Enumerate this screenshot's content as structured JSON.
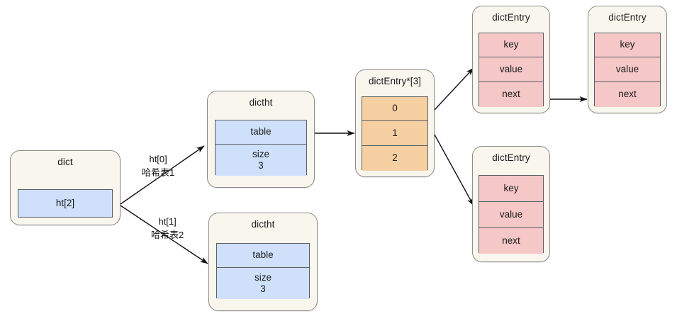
{
  "diagram": {
    "title": "redis dict / dictht / dictEntry structure diagram",
    "colors": {
      "box_fill": "#F8F6ED",
      "box_border": "#8C8C8C",
      "blue_field": "#CEE0FA",
      "orange_field": "#F6CFA2",
      "pink_field": "#F5C7C7",
      "field_border": "#5A5F66",
      "arrow": "#111111",
      "background": "#FFFFFF"
    }
  },
  "nodes": {
    "dict": {
      "title": "dict",
      "fields": [
        {
          "label": "ht[2]",
          "color": "blue"
        }
      ]
    },
    "dictht_top": {
      "title": "dictht",
      "fields": [
        {
          "label": "table",
          "value": "",
          "color": "blue"
        },
        {
          "label": "size",
          "value": "3",
          "color": "blue"
        }
      ]
    },
    "dictht_bottom": {
      "title": "dictht",
      "fields": [
        {
          "label": "table",
          "value": "",
          "color": "blue"
        },
        {
          "label": "size",
          "value": "3",
          "color": "blue"
        }
      ]
    },
    "bucket_array": {
      "title": "dictEntry*[3]",
      "fields": [
        {
          "label": "0",
          "color": "orange"
        },
        {
          "label": "1",
          "color": "orange"
        },
        {
          "label": "2",
          "color": "orange"
        }
      ]
    },
    "entry_1": {
      "title": "dictEntry",
      "fields": [
        {
          "label": "key",
          "color": "pink"
        },
        {
          "label": "value",
          "color": "pink"
        },
        {
          "label": "next",
          "color": "pink"
        }
      ]
    },
    "entry_2": {
      "title": "dictEntry",
      "fields": [
        {
          "label": "key",
          "color": "pink"
        },
        {
          "label": "value",
          "color": "pink"
        },
        {
          "label": "next",
          "color": "pink"
        }
      ]
    },
    "entry_3": {
      "title": "dictEntry",
      "fields": [
        {
          "label": "key",
          "color": "pink"
        },
        {
          "label": "value",
          "color": "pink"
        },
        {
          "label": "next",
          "color": "pink"
        }
      ]
    }
  },
  "edge_labels": {
    "ht0": {
      "line1": "ht[0]",
      "line2": "哈希表1"
    },
    "ht1": {
      "line1": "ht[1]",
      "line2": "哈希表2"
    }
  }
}
